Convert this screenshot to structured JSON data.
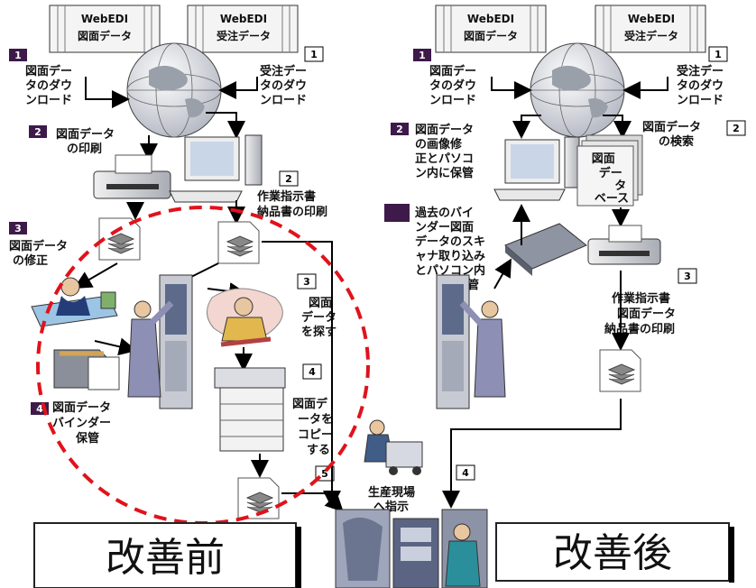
{
  "before": {
    "shelf1": {
      "l1": "WebEDI",
      "l2": "図面データ"
    },
    "shelf2": {
      "l1": "WebEDI",
      "l2": "受注データ"
    },
    "step1a": "1",
    "step1b": "1",
    "dl_drawing": [
      "図面デー",
      "タのダウ",
      "ンロード"
    ],
    "dl_order": [
      "受注デー",
      "タのダウ",
      "ンロード"
    ],
    "step2a": "2",
    "print_drawing": [
      "図面データ",
      "の印刷"
    ],
    "step2b": "2",
    "print_instr": [
      "作業指示書",
      "納品書の印刷"
    ],
    "step3a": "3",
    "fix_drawing": [
      "図面データ",
      "の修正"
    ],
    "step3b": "3",
    "search_drawing": [
      "図面",
      "データ",
      "を探す"
    ],
    "step4a": "4",
    "binder": [
      "図面データ",
      "バインダー",
      "保管"
    ],
    "step4b": "4",
    "copy_drawing": [
      "図面デ",
      "ータを",
      "コピー",
      "する"
    ],
    "step5": "5",
    "to_floor": [
      "生産現場",
      "へ指示"
    ],
    "title": "改善前"
  },
  "after": {
    "shelf1": {
      "l1": "WebEDI",
      "l2": "図面データ"
    },
    "shelf2": {
      "l1": "WebEDI",
      "l2": "受注データ"
    },
    "step1a": "1",
    "step1b": "1",
    "dl_drawing": [
      "図面デー",
      "タのダウ",
      "ンロード"
    ],
    "dl_order": [
      "受注デー",
      "タのダウ",
      "ンロード"
    ],
    "step2a": "2",
    "fix_store": [
      "図面データ",
      "の画像修",
      "正とパソコ",
      "ン内に保管"
    ],
    "step2b": "2",
    "search_drawing": [
      "図面データ",
      "の検索"
    ],
    "db_label": [
      "図面",
      "デー",
      "タ",
      "ベース"
    ],
    "scan_binder": [
      "過去のバイ",
      "ンダー図面",
      "データのスキ",
      "ャナ取り込み",
      "とパソコン内",
      "に保管"
    ],
    "step3": "3",
    "print_all": [
      "作業指示書",
      "図面データ",
      "納品書の印刷"
    ],
    "step4": "4",
    "title": "改善後"
  },
  "colors": {
    "step_badge": "#3d1a4a",
    "dashed_circle": "#e0121b",
    "text": "#111111"
  }
}
